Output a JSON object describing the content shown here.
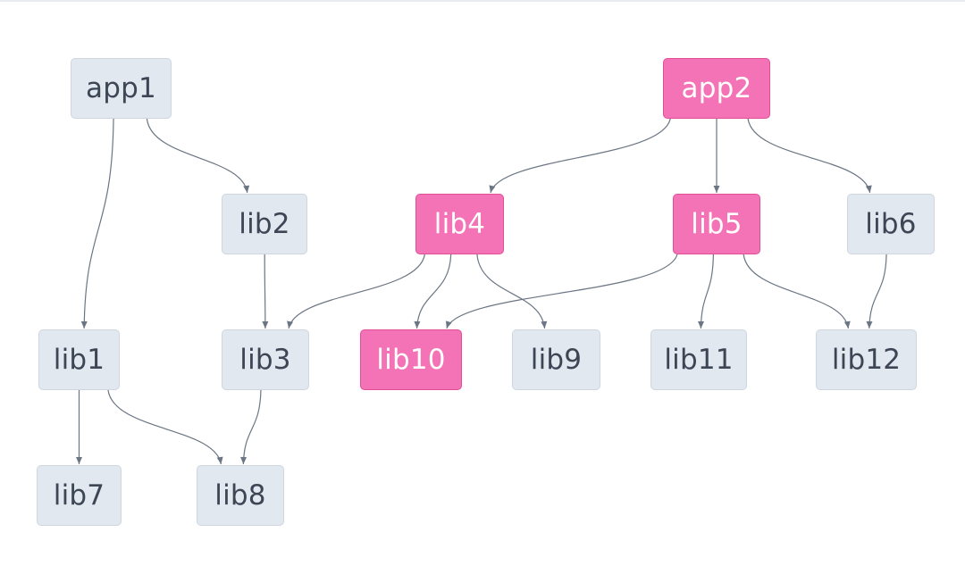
{
  "colors": {
    "node_default_fill": "#e2e8f0",
    "node_default_text": "#3d4655",
    "node_highlight_fill": "#f472b6",
    "node_highlight_text": "#ffffff",
    "edge": "#6b7583"
  },
  "nodes": {
    "app1": {
      "label": "app1",
      "highlighted": false
    },
    "app2": {
      "label": "app2",
      "highlighted": true
    },
    "lib1": {
      "label": "lib1",
      "highlighted": false
    },
    "lib2": {
      "label": "lib2",
      "highlighted": false
    },
    "lib3": {
      "label": "lib3",
      "highlighted": false
    },
    "lib4": {
      "label": "lib4",
      "highlighted": true
    },
    "lib5": {
      "label": "lib5",
      "highlighted": true
    },
    "lib6": {
      "label": "lib6",
      "highlighted": false
    },
    "lib7": {
      "label": "lib7",
      "highlighted": false
    },
    "lib8": {
      "label": "lib8",
      "highlighted": false
    },
    "lib9": {
      "label": "lib9",
      "highlighted": false
    },
    "lib10": {
      "label": "lib10",
      "highlighted": true
    },
    "lib11": {
      "label": "lib11",
      "highlighted": false
    },
    "lib12": {
      "label": "lib12",
      "highlighted": false
    }
  },
  "edges": [
    {
      "from": "app1",
      "to": "lib1"
    },
    {
      "from": "app1",
      "to": "lib2"
    },
    {
      "from": "app2",
      "to": "lib4"
    },
    {
      "from": "app2",
      "to": "lib5"
    },
    {
      "from": "app2",
      "to": "lib6"
    },
    {
      "from": "lib2",
      "to": "lib3"
    },
    {
      "from": "lib4",
      "to": "lib3"
    },
    {
      "from": "lib4",
      "to": "lib10"
    },
    {
      "from": "lib4",
      "to": "lib9"
    },
    {
      "from": "lib5",
      "to": "lib10"
    },
    {
      "from": "lib5",
      "to": "lib11"
    },
    {
      "from": "lib5",
      "to": "lib12"
    },
    {
      "from": "lib6",
      "to": "lib12"
    },
    {
      "from": "lib1",
      "to": "lib7"
    },
    {
      "from": "lib1",
      "to": "lib8"
    },
    {
      "from": "lib3",
      "to": "lib8"
    }
  ]
}
